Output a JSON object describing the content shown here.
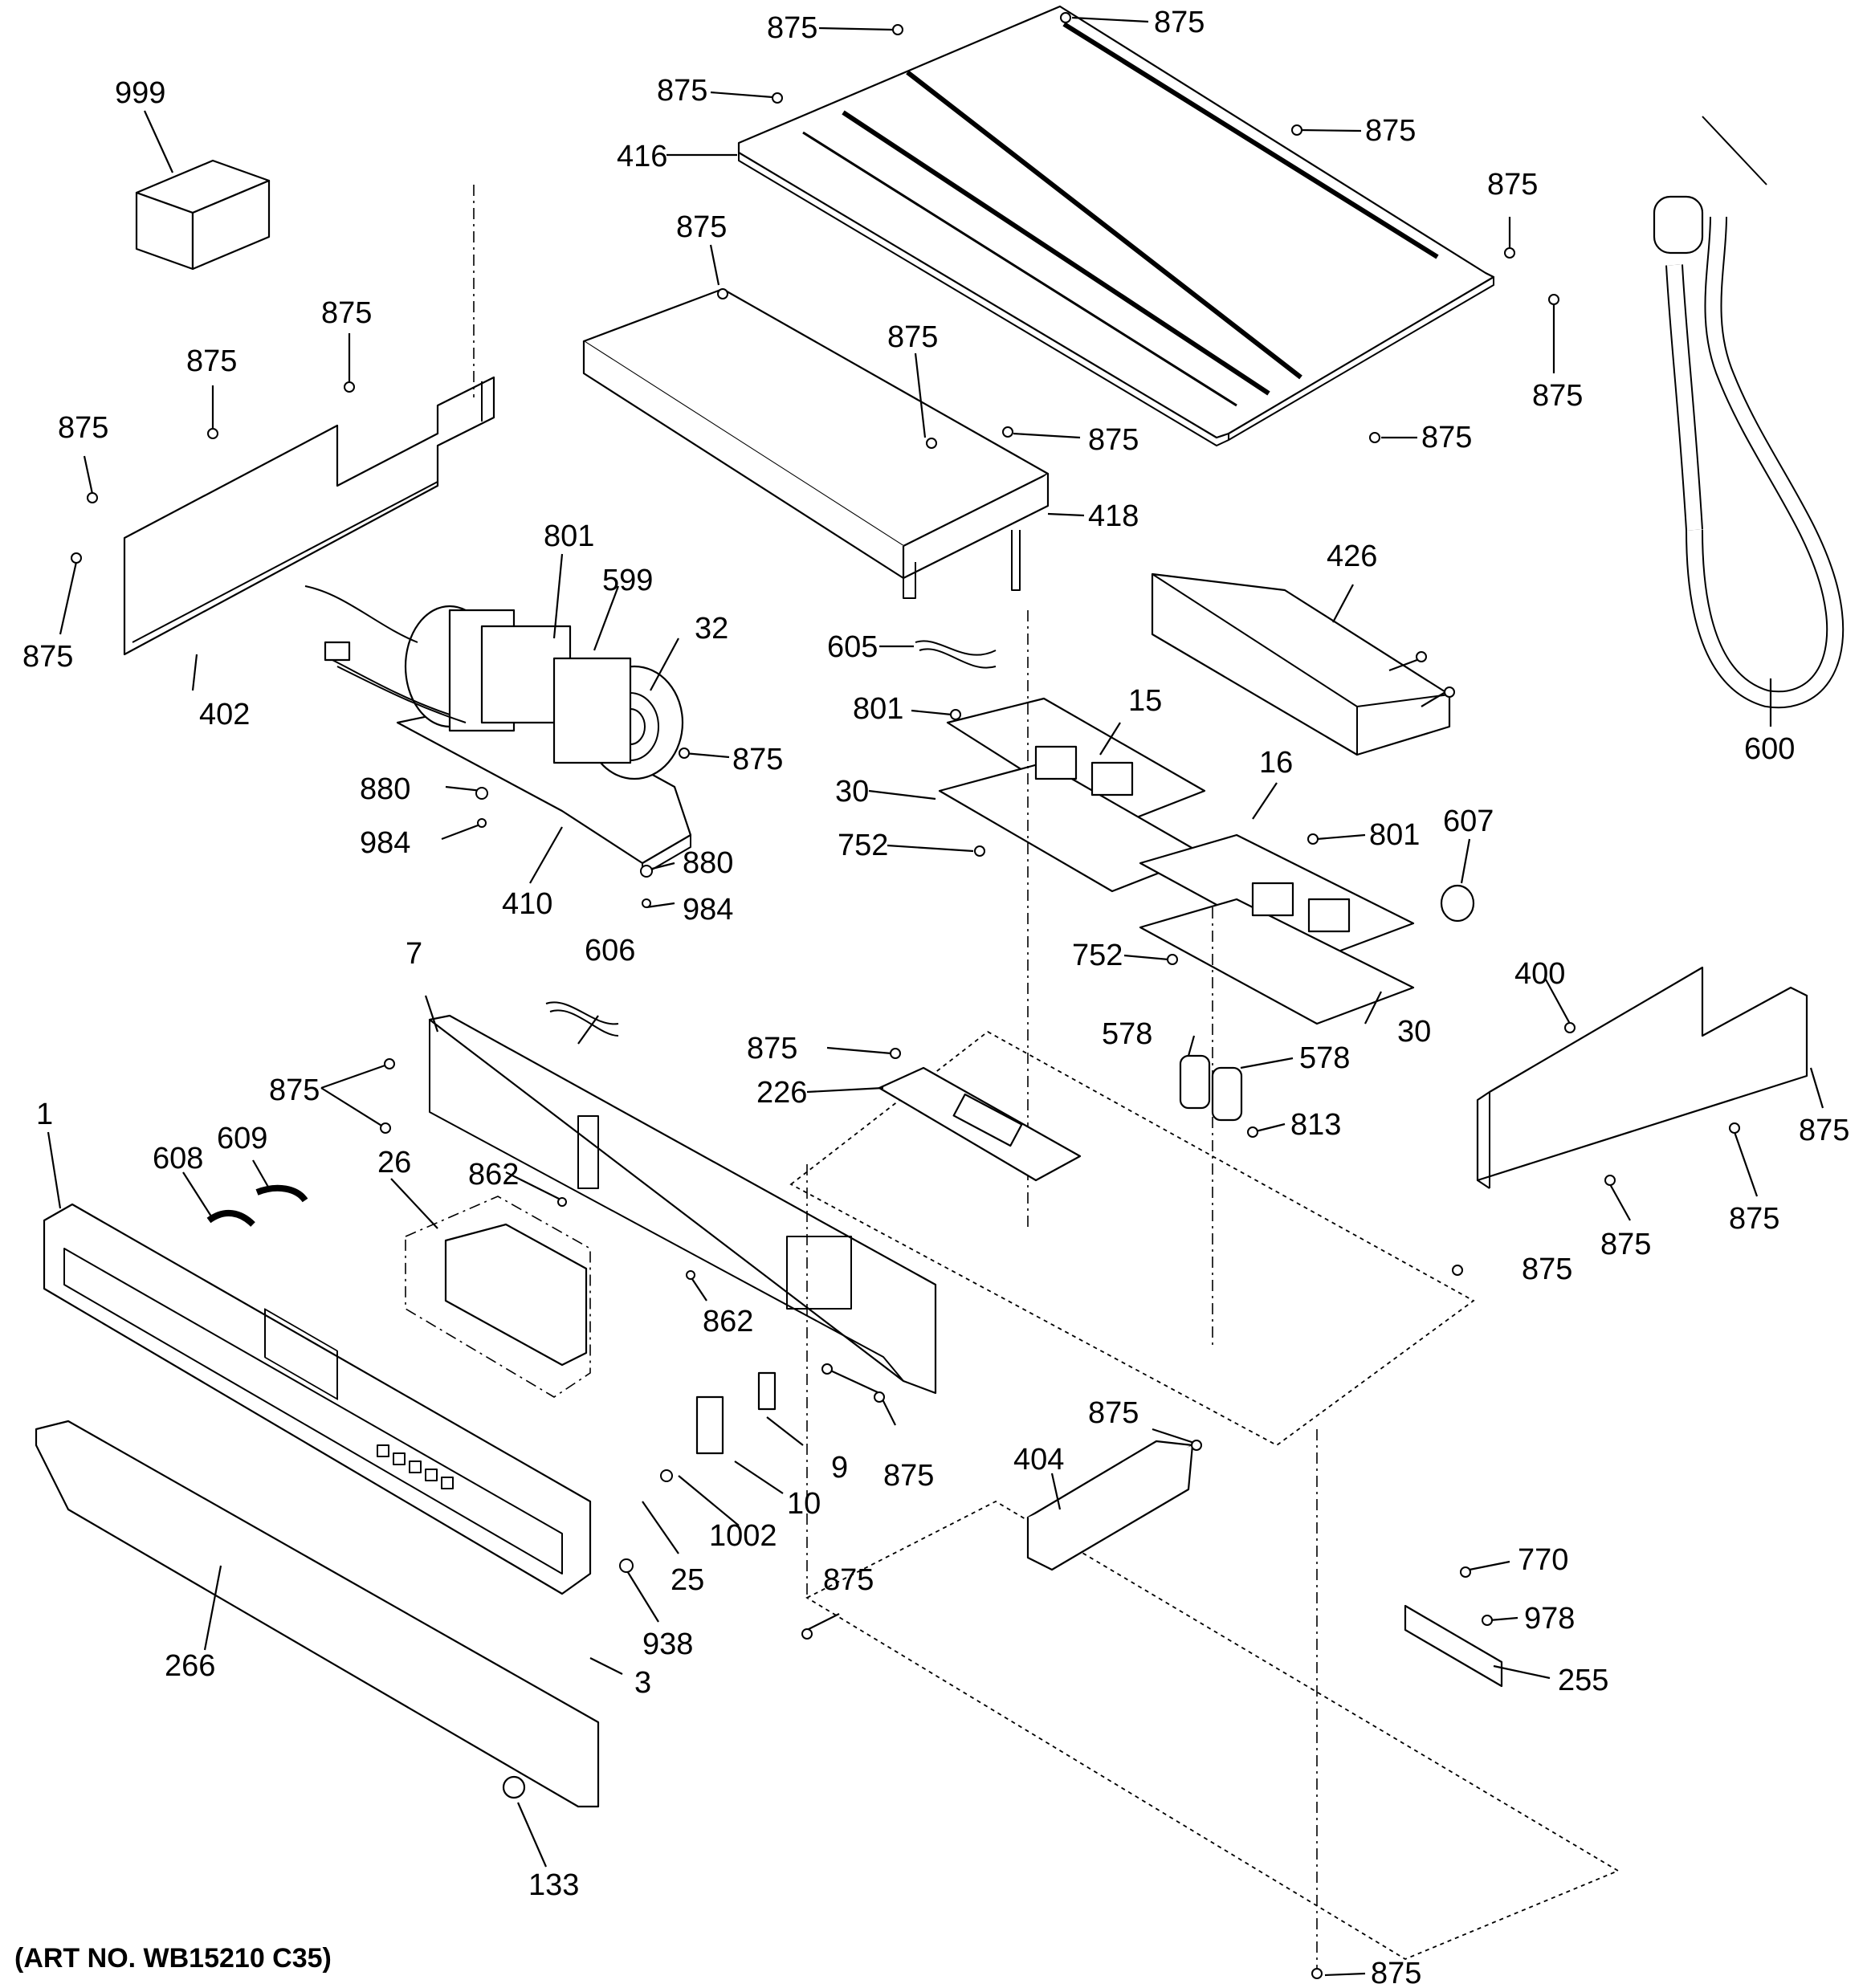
{
  "art_number": "(ART NO. WB15210 C35)",
  "labels": {
    "top_875_a": "875",
    "top_875_b": "875",
    "top_875_c": "875",
    "top_875_d": "875",
    "top_875_e": "875",
    "top_875_f": "875",
    "top_875_g": "875",
    "p416": "416",
    "p418": "418",
    "p426": "426",
    "p999": "999",
    "p600": "600",
    "cover_875_a": "875",
    "cover_875_b": "875",
    "left_875_a": "875",
    "left_875_b": "875",
    "left_875_c": "875",
    "left_875_d": "875",
    "p402": "402",
    "p801_a": "801",
    "p599": "599",
    "p32": "32",
    "fan_875": "875",
    "p880_a": "880",
    "p984_a": "984",
    "p410": "410",
    "p880_b": "880",
    "p984_b": "984",
    "p605": "605",
    "p801_b": "801",
    "p15": "15",
    "p30_a": "30",
    "p752_a": "752",
    "p16": "16",
    "p801_c": "801",
    "p752_b": "752",
    "p30_b": "30",
    "p607": "607",
    "rb_875_a": "875",
    "rb_875_b": "875",
    "p400": "400",
    "p400_875_a": "875",
    "p400_875_b": "875",
    "p400_875_c": "875",
    "p606": "606",
    "p7": "7",
    "p7_875": "875",
    "p875_226": "875",
    "p226": "226",
    "p578_a": "578",
    "p578_b": "578",
    "p813": "813",
    "p1": "1",
    "p608": "608",
    "p609": "609",
    "p26": "26",
    "p862_a": "862",
    "p862_b": "862",
    "p875_mid": "875",
    "p875_fr": "875",
    "p9": "9",
    "p10": "10",
    "p1002": "1002",
    "p25": "25",
    "p938": "938",
    "p266": "266",
    "p3": "3",
    "p133": "133",
    "p404": "404",
    "p404_875": "875",
    "p875_bl": "875",
    "p770": "770",
    "p978": "978",
    "p255": "255",
    "p875_bottom": "875"
  }
}
